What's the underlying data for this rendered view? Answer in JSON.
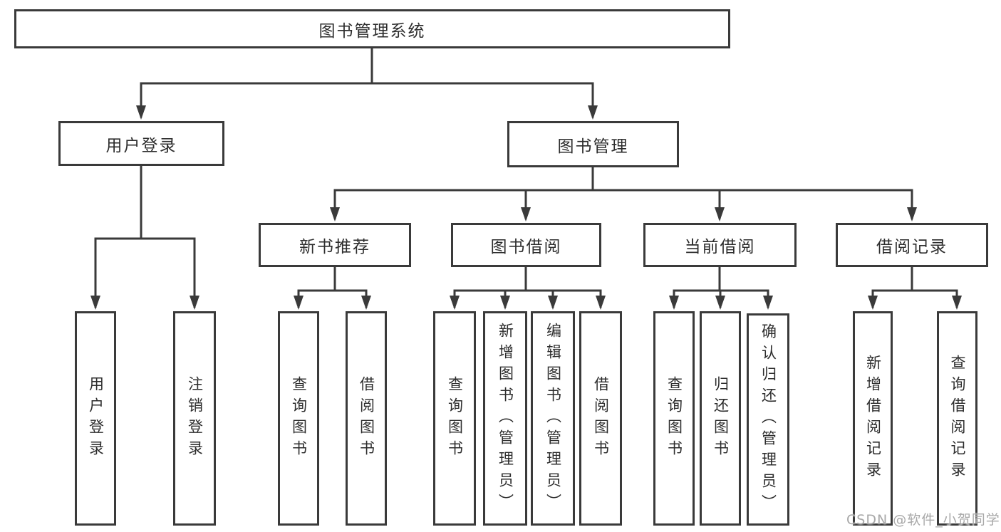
{
  "tree": {
    "root": {
      "label": "图书管理系统",
      "children": [
        {
          "label": "用户登录",
          "children": [
            {
              "label": "用户登录"
            },
            {
              "label": "注销登录"
            }
          ]
        },
        {
          "label": "图书管理",
          "children": [
            {
              "label": "新书推荐",
              "children": [
                {
                  "label": "查询图书"
                },
                {
                  "label": "借阅图书"
                }
              ]
            },
            {
              "label": "图书借阅",
              "children": [
                {
                  "label": "查询图书"
                },
                {
                  "label": "新增图书（管理员）"
                },
                {
                  "label": "编辑图书（管理员）"
                },
                {
                  "label": "借阅图书"
                }
              ]
            },
            {
              "label": "当前借阅",
              "children": [
                {
                  "label": "查询图书"
                },
                {
                  "label": "归还图书"
                },
                {
                  "label": "确认归还（管理员）"
                }
              ]
            },
            {
              "label": "借阅记录",
              "children": [
                {
                  "label": "新增借阅记录"
                },
                {
                  "label": "查询借阅记录"
                }
              ]
            }
          ]
        }
      ]
    }
  },
  "watermark": {
    "text": "CSDN @软件_小贺同学",
    "color": "#a8a8a8"
  },
  "colors": {
    "line": "#3a3a3a",
    "box_border": "#3a3a3a",
    "text": "#2d2d2d",
    "background": "#ffffff"
  }
}
